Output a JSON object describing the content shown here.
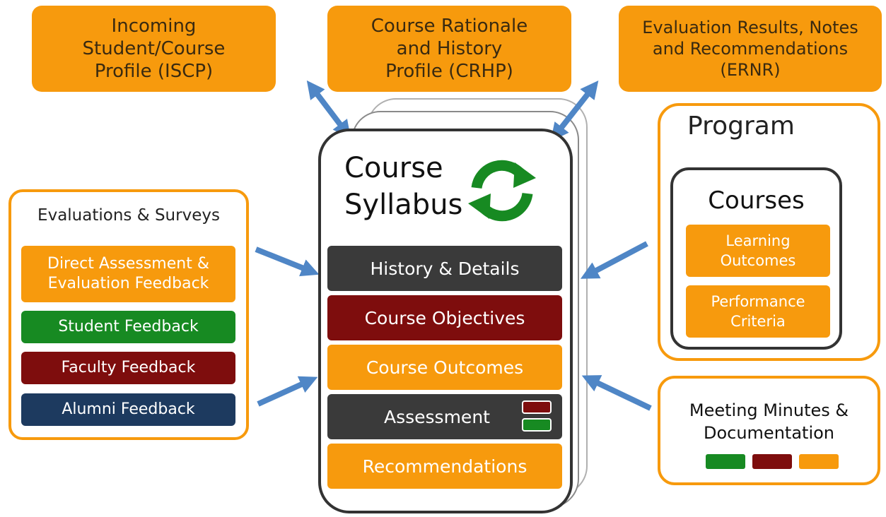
{
  "top": {
    "iscp": "Incoming\nStudent/Course\nProfile  (ISCP)",
    "crhp": "Course Rationale\nand History\nProfile (CRHP)",
    "ernr": "Evaluation Results, Notes\nand Recommendations\n(ERNR)"
  },
  "syllabus": {
    "title": "Course\nSyllabus",
    "icon": "refresh-cycle-icon",
    "sections": {
      "history": "History & Details",
      "objectives": "Course Objectives",
      "outcomes": "Course Outcomes",
      "assessment": "Assessment",
      "recommendations": "Recommendations"
    }
  },
  "evaluations": {
    "title": "Evaluations & Surveys",
    "direct": "Direct Assessment &\nEvaluation Feedback",
    "student": "Student Feedback",
    "faculty": "Faculty Feedback",
    "alumni": "Alumni Feedback"
  },
  "program": {
    "title": "Program",
    "courses": "Courses",
    "learning": "Learning\nOutcomes",
    "performance": "Performance\nCriteria"
  },
  "meeting": {
    "title": "Meeting Minutes &\nDocumentation"
  },
  "colors": {
    "orange": "#f79a0d",
    "dark_gray": "#3a3a3a",
    "dark_red": "#7e0d0d",
    "green": "#178a22",
    "navy": "#1d3a5f",
    "arrow_blue": "#4f86c6"
  }
}
